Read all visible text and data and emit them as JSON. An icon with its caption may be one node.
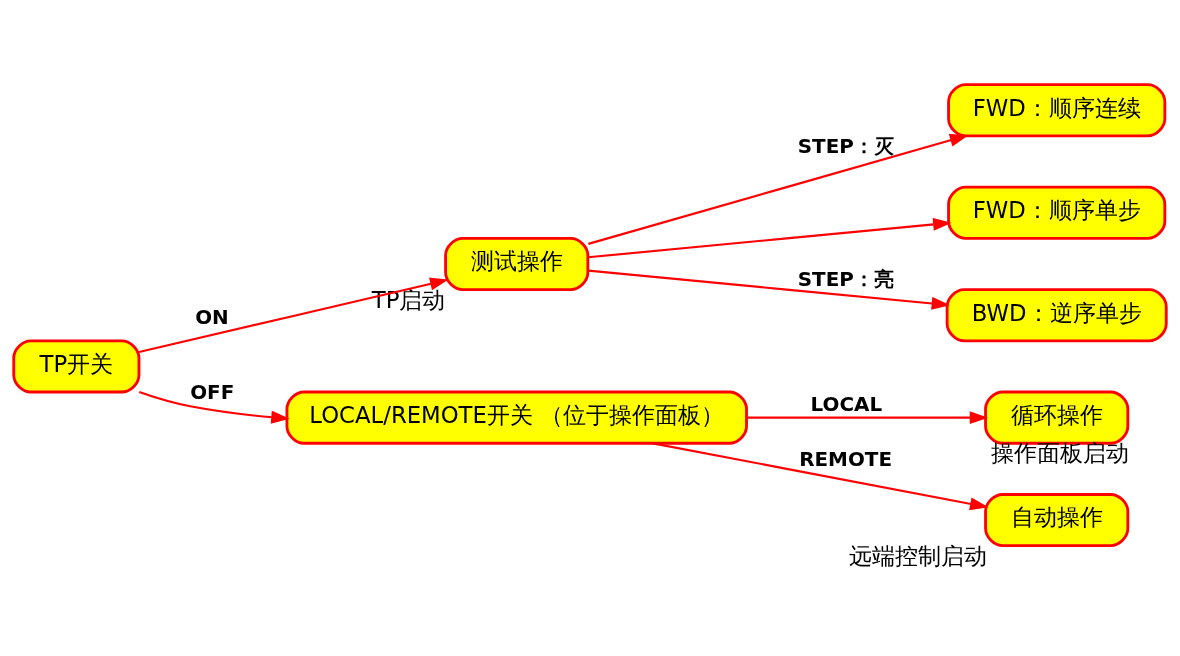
{
  "diagram": {
    "nodes": [
      {
        "text": [
          "TP开关"
        ]
      },
      {
        "text": [
          "测试操作"
        ],
        "beside": [
          "TP启动"
        ]
      },
      {
        "text": [
          "FWD：顺序连续"
        ]
      },
      {
        "text": [
          "FWD：顺序单步"
        ]
      },
      {
        "text": [
          "BWD：逆序单步"
        ]
      },
      {
        "text": [
          "LOCAL/REMOTE开关 （位于操作面板）"
        ]
      },
      {
        "text": [
          "循环操作"
        ],
        "beside": [
          "操作面板启动"
        ]
      },
      {
        "text": [
          "自动操作"
        ],
        "beside": [
          "远端控制启动"
        ]
      }
    ],
    "edges": [
      {
        "from": 0,
        "to": 1,
        "arrow": "to",
        "label": "ON"
      },
      {
        "from": 0,
        "to": 5,
        "arrow": "to",
        "label": "OFF"
      },
      {
        "from": 1,
        "to": 2,
        "arrow": "to",
        "label": "STEP：灭"
      },
      {
        "from": 1,
        "to": 3,
        "arrow": "to"
      },
      {
        "from": 1,
        "to": 4,
        "arrow": "to",
        "label": "STEP：亮"
      },
      {
        "from": 5,
        "to": 6,
        "arrow": "to",
        "label": "LOCAL"
      },
      {
        "from": 5,
        "to": 7,
        "arrow": "to",
        "label": "REMOTE"
      }
    ]
  }
}
